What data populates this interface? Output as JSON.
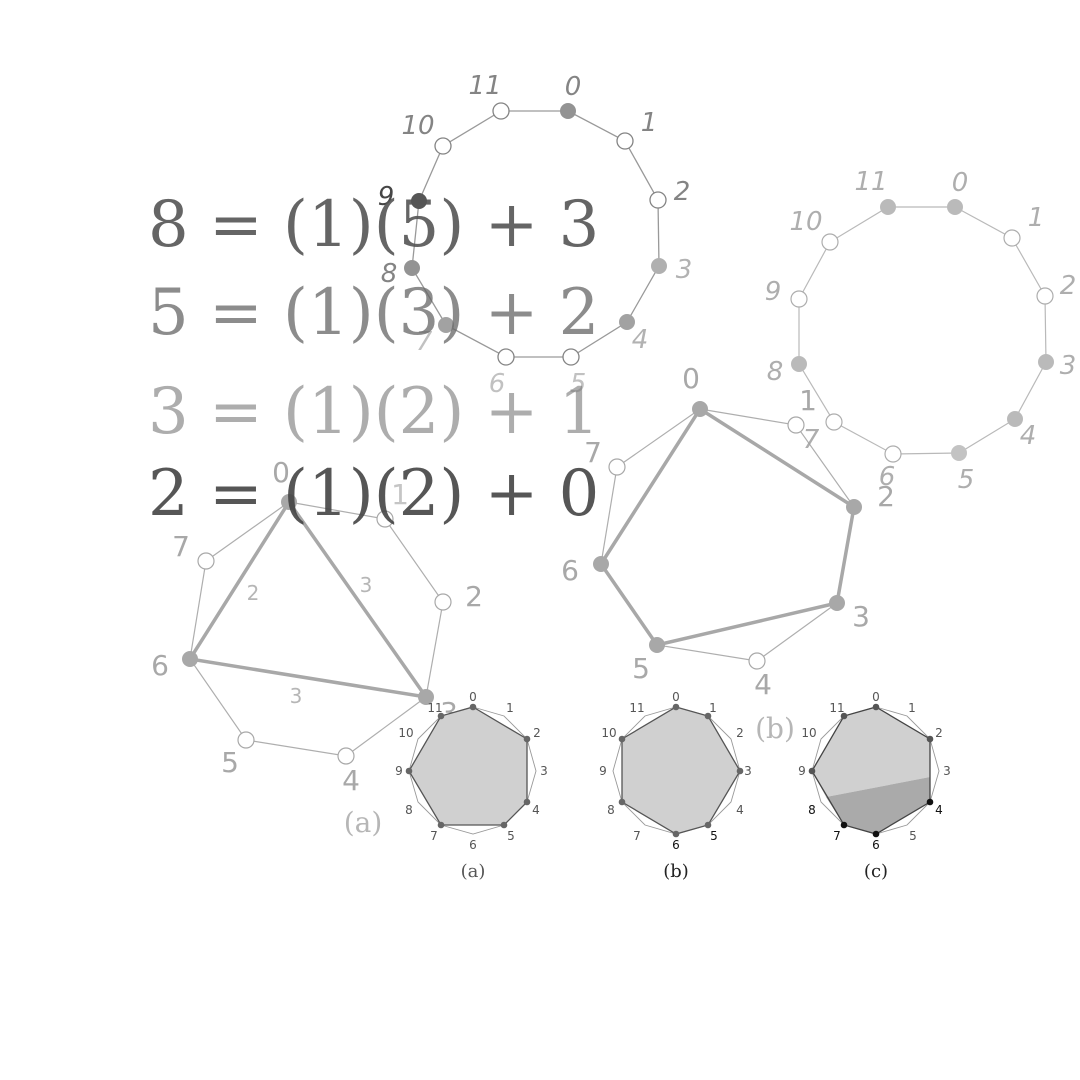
{
  "colors": {
    "edge": "#8f8f8f",
    "filled_vertex": "#888888",
    "filled_vertex_light": "#b8b8b8",
    "open_vertex": "#ffffff",
    "fill": "#d0d0d0",
    "fill_dark": "#aaaaaa"
  },
  "equations": [
    "8 = (1)(5) + 3",
    "5 = (1)(3) + 2",
    "3 = (1)(2) + 1",
    "2 = (1)(2) + 0"
  ],
  "large_dial_top": {
    "labels": [
      "0",
      "1",
      "2",
      "3",
      "4",
      "5",
      "6",
      "7",
      "8",
      "9",
      "10",
      "11"
    ],
    "filled": [
      "0",
      "3",
      "4",
      "7",
      "8",
      "9"
    ]
  },
  "large_dial_right": {
    "labels": [
      "0",
      "1",
      "2",
      "3",
      "4",
      "5",
      "6",
      "7",
      "8",
      "9",
      "10",
      "11"
    ],
    "filled": [
      "0",
      "3",
      "4",
      "5",
      "8",
      "11"
    ]
  },
  "diagram_a": {
    "labels": [
      "0",
      "1",
      "2",
      "3",
      "4",
      "5",
      "6",
      "7"
    ],
    "filled": [
      "0",
      "3",
      "6"
    ],
    "edge_labels": [
      "2",
      "3",
      "3"
    ],
    "caption": "(a)"
  },
  "diagram_b": {
    "labels": [
      "0",
      "1",
      "2",
      "3",
      "4",
      "5",
      "6",
      "7"
    ],
    "filled": [
      "0",
      "2",
      "3",
      "5",
      "6"
    ],
    "caption": "(b)"
  },
  "small_dials": [
    {
      "caption": "(a)",
      "labels": [
        "0",
        "1",
        "2",
        "3",
        "4",
        "5",
        "6",
        "7",
        "8",
        "9",
        "10",
        "11"
      ],
      "filled": [
        "0",
        "2",
        "4",
        "5",
        "7",
        "9",
        "11"
      ]
    },
    {
      "caption": "(b)",
      "labels": [
        "0",
        "1",
        "2",
        "3",
        "4",
        "5",
        "6",
        "7",
        "8",
        "9",
        "10",
        "11"
      ],
      "filled": [
        "0",
        "1",
        "3",
        "5",
        "6",
        "8",
        "10"
      ]
    },
    {
      "caption": "(c)",
      "labels": [
        "0",
        "1",
        "2",
        "3",
        "4",
        "5",
        "6",
        "7",
        "8",
        "9",
        "10",
        "11"
      ],
      "filled": [
        "0",
        "2",
        "4",
        "6",
        "7",
        "9",
        "11"
      ]
    }
  ]
}
